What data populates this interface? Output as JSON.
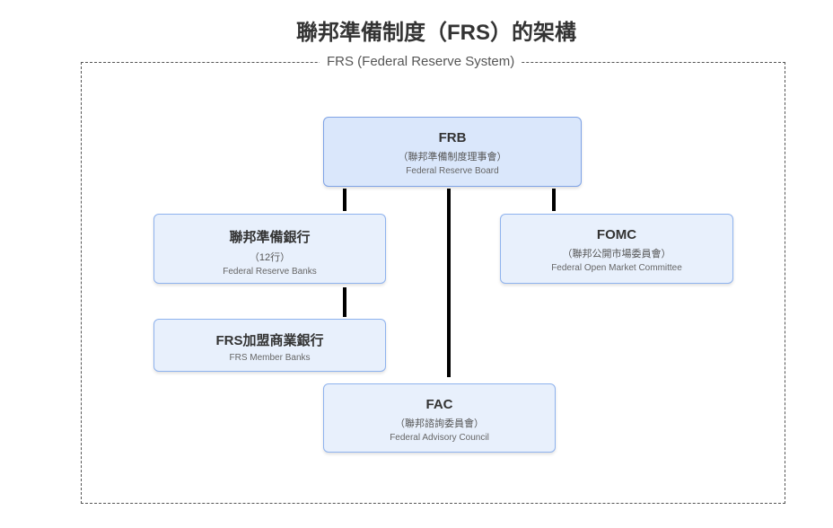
{
  "title": "聯邦準備制度（FRS）的架構",
  "frame_label": "FRS (Federal Reserve System)",
  "nodes": {
    "frb": {
      "name": "FRB",
      "zh": "（聯邦準備制度理事會）",
      "en": "Federal Reserve Board"
    },
    "banks": {
      "name": "聯邦準備銀行",
      "zh": "（12行）",
      "en": "Federal Reserve Banks"
    },
    "fomc": {
      "name": "FOMC",
      "zh": "（聯邦公開市場委員會）",
      "en": "Federal Open Market Committee"
    },
    "members": {
      "name": "FRS加盟商業銀行",
      "en": "FRS Member Banks"
    },
    "fac": {
      "name": "FAC",
      "zh": "（聯邦諮詢委員會）",
      "en": "Federal Advisory Council"
    }
  }
}
